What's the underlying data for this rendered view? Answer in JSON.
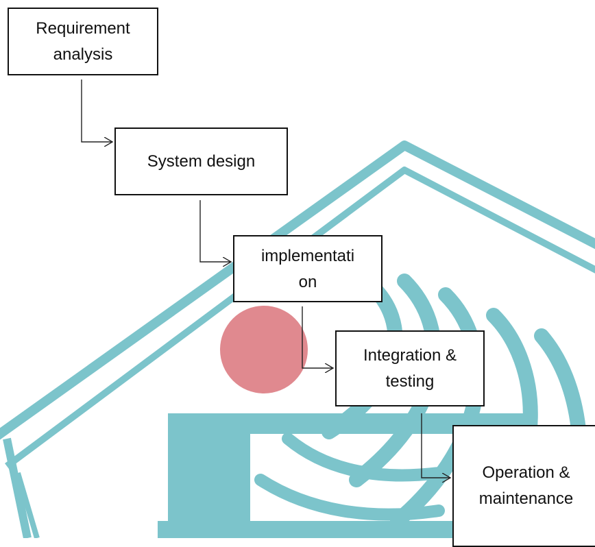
{
  "diagram": {
    "steps": [
      {
        "id": "requirement-analysis",
        "label": "Requirement\nanalysis"
      },
      {
        "id": "system-design",
        "label": "System design"
      },
      {
        "id": "implementation",
        "label": "implementati\non"
      },
      {
        "id": "integration-testing",
        "label": "Integration &\ntesting"
      },
      {
        "id": "operation-maintenance",
        "label": "Operation &\nmaintenance"
      }
    ]
  },
  "colors": {
    "watermark_teal": "#7cc4cb",
    "watermark_red": "#e0898f",
    "box_border": "#111111",
    "connector": "#222222"
  }
}
